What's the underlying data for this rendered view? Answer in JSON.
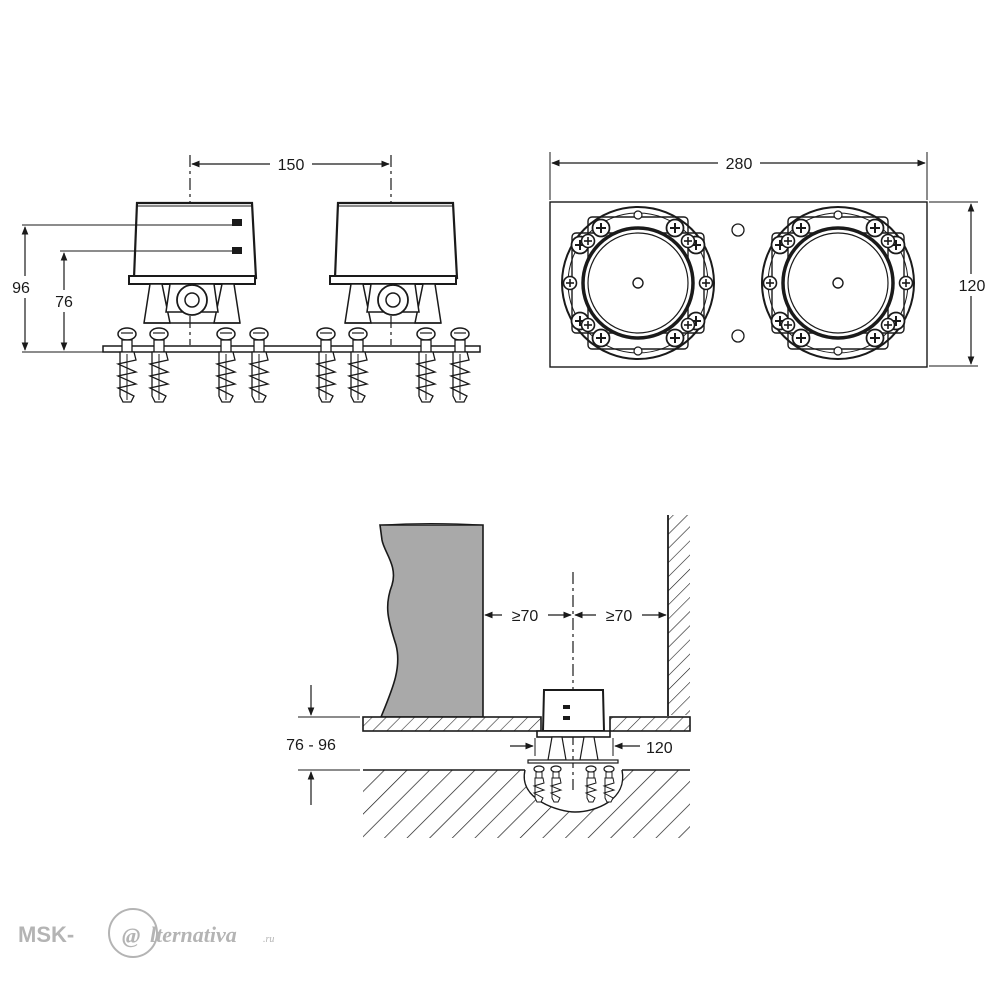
{
  "front_view": {
    "dim_spacing": "150",
    "dim_height_max": "96",
    "dim_height_min": "76"
  },
  "top_view": {
    "dim_width": "280",
    "dim_depth": "120"
  },
  "install_view": {
    "dim_clear_left": "≥70",
    "dim_clear_right": "≥70",
    "dim_floor_range": "76 - 96",
    "dim_box_width": "120"
  },
  "watermark": {
    "brand_prefix": "MSK-",
    "brand_at": "@",
    "brand_suffix": "lternativa",
    "brand_tld": ".ru"
  },
  "colors": {
    "line": "#1a1a1a",
    "fill_gray": "#a9a9a9",
    "watermark": "#b4b4b4"
  }
}
